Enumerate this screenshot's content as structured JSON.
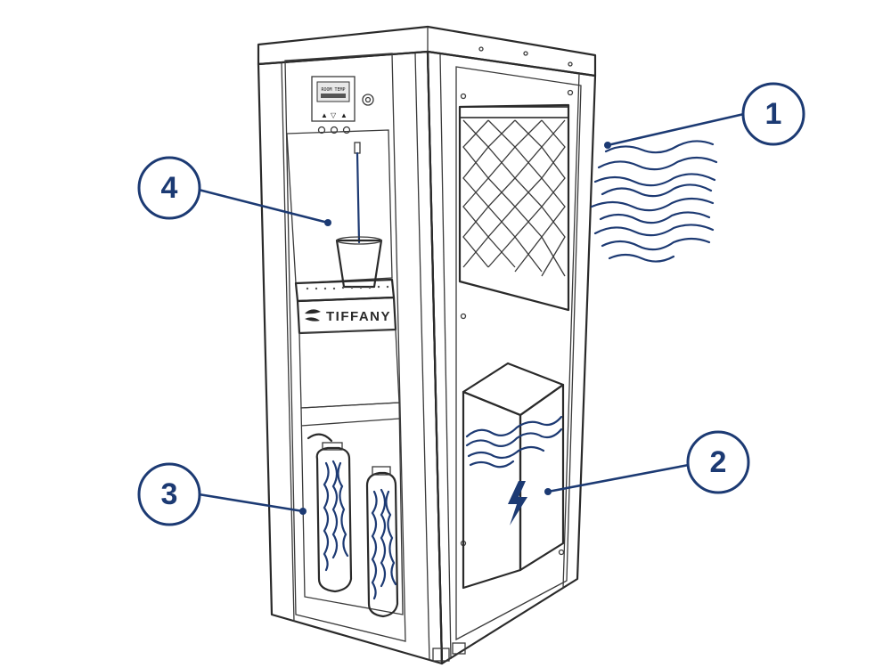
{
  "colors": {
    "outline": "#2a2a2a",
    "accent_blue": "#1c3a73",
    "water_fill": "#cfe6f7"
  },
  "product": {
    "brand": "TIFFANY",
    "display_text": "ROOM TEMP"
  },
  "callouts": [
    {
      "number": "1",
      "target": "air-filter-intake"
    },
    {
      "number": "2",
      "target": "water-tank"
    },
    {
      "number": "3",
      "target": "filter-cartridges"
    },
    {
      "number": "4",
      "target": "dispense-area"
    }
  ],
  "icons": [
    "air-flow-icon",
    "electric-bolt-icon",
    "cup-icon"
  ]
}
